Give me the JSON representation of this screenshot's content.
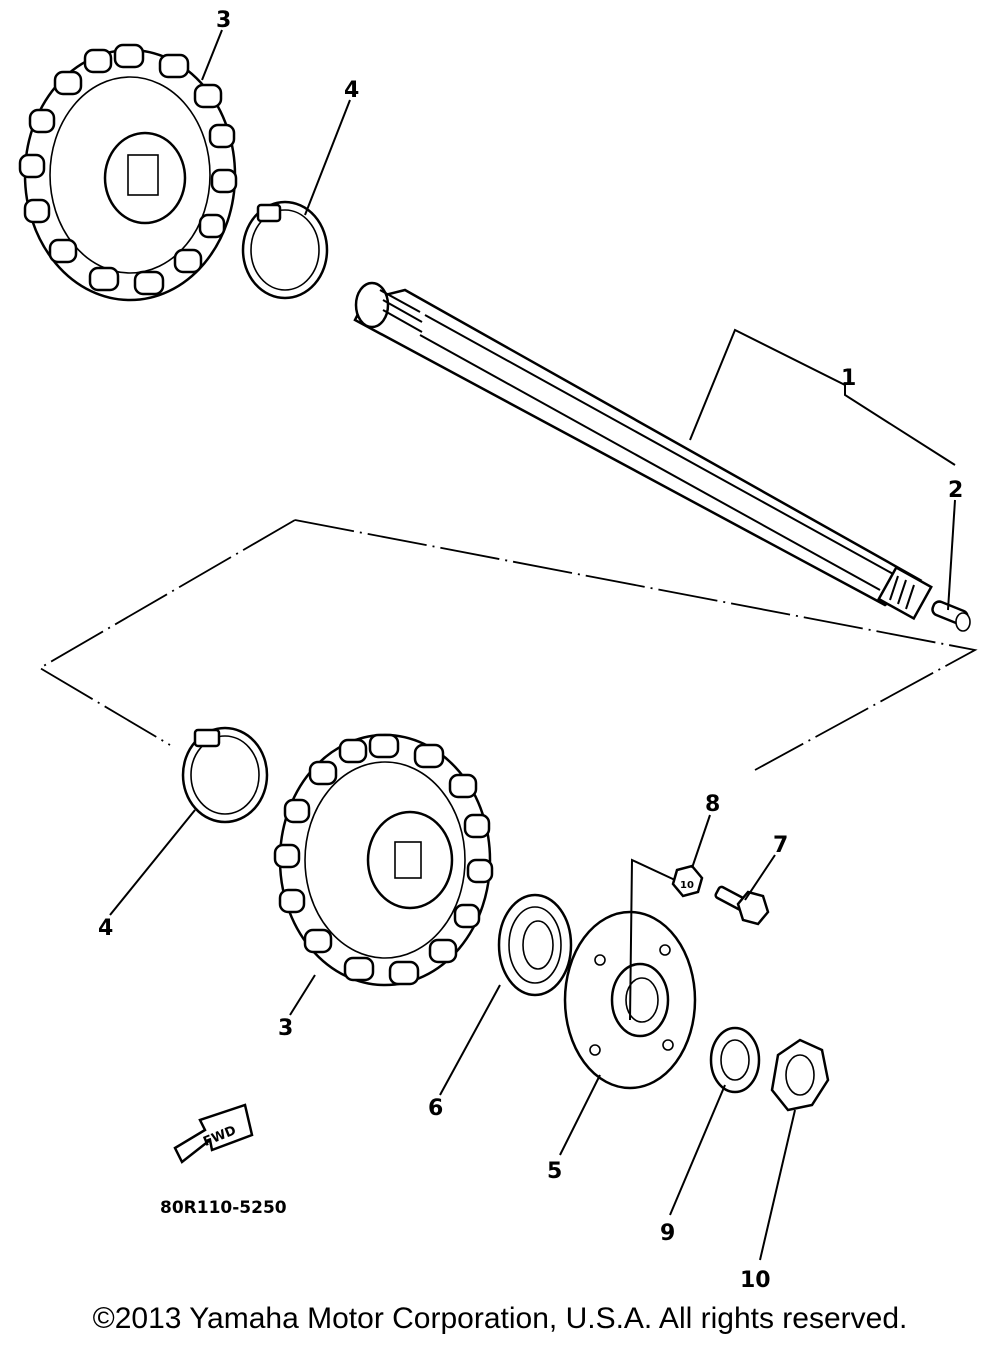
{
  "callouts": {
    "shaft": "1",
    "pin": "2",
    "sprocket_upper": "3",
    "clamp_upper": "4",
    "clamp_lower": "4",
    "sprocket_lower": "3",
    "bearing": "6",
    "housing": "5",
    "bolt": "7",
    "nut_small": "8",
    "washer": "9",
    "nut_large": "10"
  },
  "fwd_label": "FWD",
  "part_code": "80R110-5250",
  "copyright": "©2013 Yamaha Motor Corporation, U.S.A. All rights reserved.",
  "nut_small_mark": "10"
}
